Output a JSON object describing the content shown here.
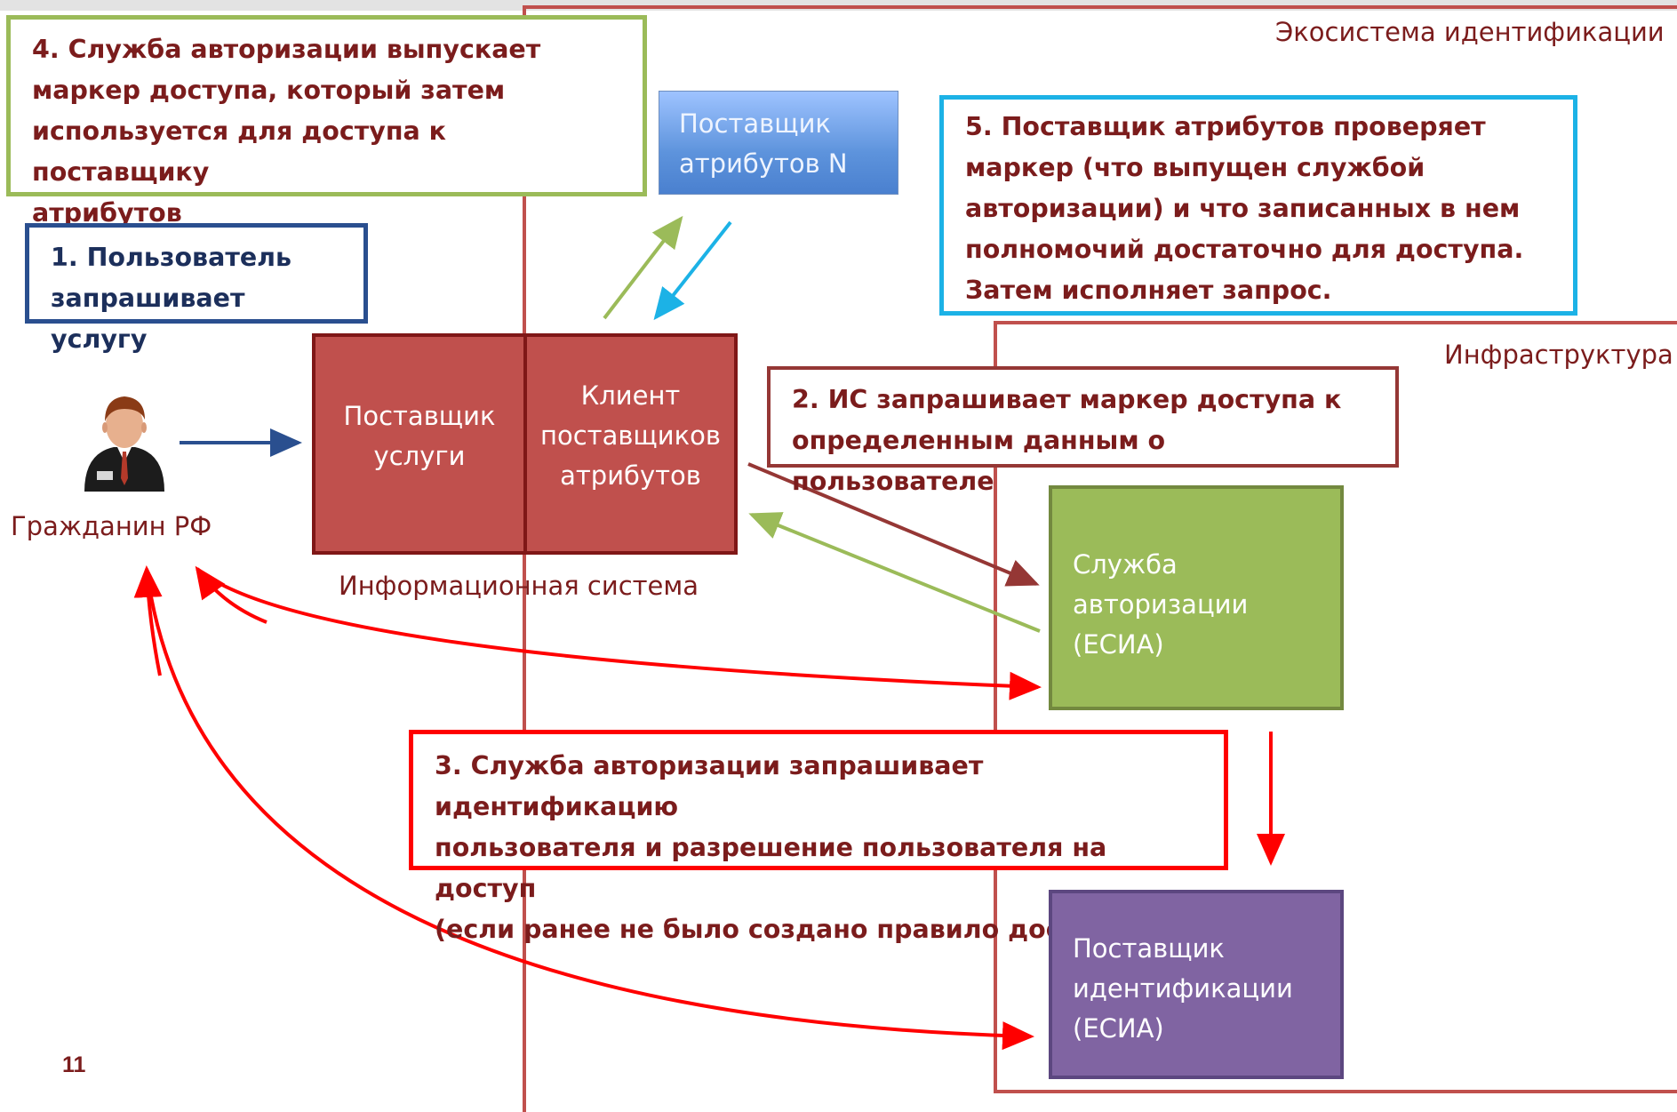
{
  "regions": {
    "ecosystem_label": "Экосистема идентификации",
    "infrastructure_label": "Инфраструктура"
  },
  "notes": {
    "step4": "4. Служба авторизации выпускает\nмаркер доступа, который затем\nиспользуется для доступа к поставщику\nатрибутов",
    "step1": "1. Пользователь\nзапрашивает услугу",
    "step5": "5. Поставщик атрибутов проверяет\nмаркер (что выпущен службой\nавторизации) и что записанных в нем\nполномочий достаточно для доступа.\nЗатем исполняет запрос.",
    "step2": "2. ИС запрашивает маркер доступа к\nопределенным данным о пользователе",
    "step3": "3. Служба авторизации запрашивает идентификацию\nпользователя и разрешение  пользователя на доступ\n(если ранее не было создано правило доступа)."
  },
  "nodes": {
    "attribute_provider_n": "Поставщик\nатрибутов N",
    "service_provider": "Поставщик\nуслуги",
    "attribute_client": "Клиент\nпоставщиков\nатрибутов",
    "information_system_label": "Информационная система",
    "auth_service": "Служба\nавторизации\n(ЕСИА)",
    "identity_provider": "Поставщик\nидентификации\n(ЕСИА)",
    "citizen_label": "Гражданин РФ"
  },
  "page_number": "11",
  "colors": {
    "region_border": "#c0504d",
    "system_box": "#c0504d",
    "auth_box": "#9bbb59",
    "idp_box": "#8064a2",
    "attr_box": "#5d93dc",
    "red_arrow": "#ff0000",
    "blue_arrow": "#2a4f8f",
    "green_arrow": "#9bbb59",
    "cyan_arrow": "#1cb2e6",
    "maroon_arrow": "#953735"
  }
}
